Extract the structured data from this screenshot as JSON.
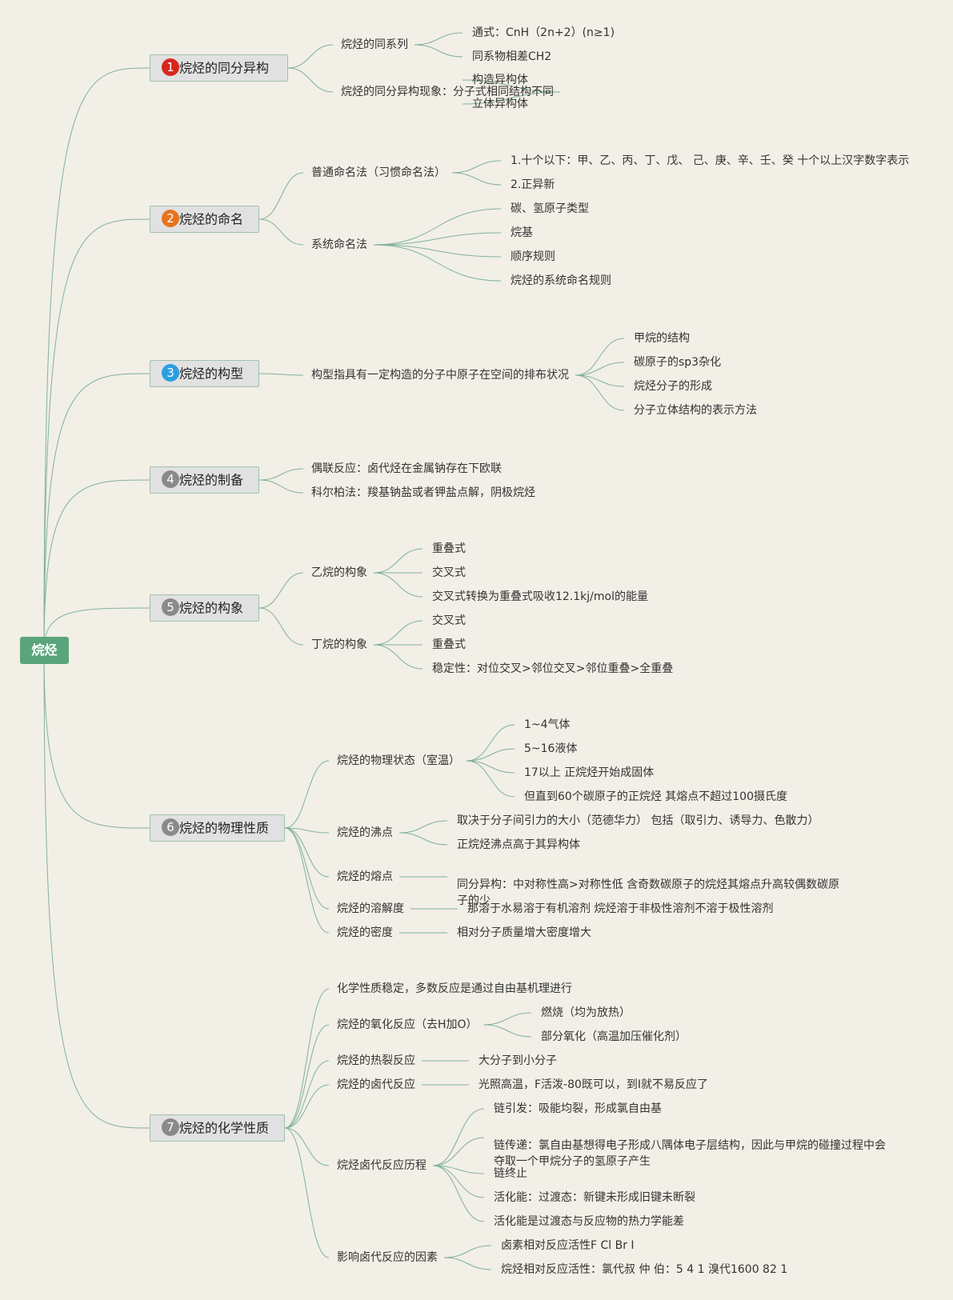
{
  "root": {
    "label": "烷烃"
  },
  "topics": [
    {
      "number": "1",
      "badge_color": "#d8281c",
      "label": "烷烃的同分异构",
      "children": [
        {
          "label": "烷烃的同系列",
          "children": [
            "通式：CnH（2n+2）(n≥1)",
            "同系物相差CH2"
          ]
        },
        {
          "label": "烷烃的同分异构现象：分子式相同结构不同",
          "children": [
            "构造异构体",
            "立体异构体"
          ]
        }
      ]
    },
    {
      "number": "2",
      "badge_color": "#e6741c",
      "label": "烷烃的命名",
      "children": [
        {
          "label": "普通命名法（习惯命名法）",
          "children": [
            "1.十个以下：甲、乙、丙、丁、戊、 己、庚、辛、壬、癸 十个以上汉字数字表示",
            "2.正异新"
          ]
        },
        {
          "label": "系统命名法",
          "children": [
            "碳、氢原子类型",
            "烷基",
            "顺序规则",
            "烷烃的系统命名规则"
          ]
        }
      ]
    },
    {
      "number": "3",
      "badge_color": "#2a9ee0",
      "label": "烷烃的构型",
      "children": [
        {
          "label": "构型指具有一定构造的分子中原子在空间的排布状况",
          "children": [
            "甲烷的结构",
            "碳原子的sp3杂化",
            "烷烃分子的形成",
            "分子立体结构的表示方法"
          ]
        }
      ]
    },
    {
      "number": "4",
      "badge_color": "#8a8a8a",
      "label": "烷烃的制备",
      "children": [
        {
          "label": "偶联反应：卤代烃在金属钠存在下欧联",
          "children": []
        },
        {
          "label": "科尔柏法：羧基钠盐或者钾盐点解，阴极烷烃",
          "children": []
        }
      ]
    },
    {
      "number": "5",
      "badge_color": "#8a8a8a",
      "label": "烷烃的构象",
      "children": [
        {
          "label": "乙烷的构象",
          "children": [
            "重叠式",
            "交叉式",
            "交叉式转换为重叠式吸收12.1kj/mol的能量"
          ]
        },
        {
          "label": "丁烷的构象",
          "children": [
            "交叉式",
            "重叠式",
            "稳定性：对位交叉>邻位交叉>邻位重叠>全重叠"
          ]
        }
      ]
    },
    {
      "number": "6",
      "badge_color": "#8a8a8a",
      "label": "烷烃的物理性质",
      "children": [
        {
          "label": "烷烃的物理状态（室温）",
          "children": [
            "1~4气体",
            "5~16液体",
            "17以上 正烷烃开始成固体",
            "但直到60个碳原子的正烷烃 其熔点不超过100摄氏度"
          ]
        },
        {
          "label": "烷烃的沸点",
          "children": [
            "取决于分子间引力的大小（范德华力） 包括（取引力、诱导力、色散力）",
            "正烷烃沸点高于其异构体"
          ]
        },
        {
          "label": "烷烃的熔点",
          "children": [
            "同分异构：中对称性高>对称性低 含奇数碳原子的烷烃其熔点升高较偶数碳原子的少"
          ]
        },
        {
          "label": "烷烃的溶解度",
          "children": [
            "那溶于水易溶于有机溶剂 烷烃溶于非极性溶剂不溶于极性溶剂"
          ]
        },
        {
          "label": "烷烃的密度",
          "children": [
            "相对分子质量增大密度增大"
          ]
        }
      ]
    },
    {
      "number": "7",
      "badge_color": "#8a8a8a",
      "label": "烷烃的化学性质",
      "children": [
        {
          "label": "化学性质稳定，多数反应是通过自由基机理进行",
          "children": []
        },
        {
          "label": "烷烃的氧化反应（去H加O）",
          "children": [
            "燃烧（均为放热）",
            "部分氧化（高温加压催化剂）"
          ]
        },
        {
          "label": "烷烃的热裂反应",
          "children": [
            "大分子到小分子"
          ]
        },
        {
          "label": "烷烃的卤代反应",
          "children": [
            "光照高温，F活泼-80既可以，到I就不易反应了"
          ]
        },
        {
          "label": "烷烃卤代反应历程",
          "children": [
            "链引发：吸能均裂，形成氯自由基",
            "链传递：氯自由基想得电子形成八隅体电子层结构，因此与甲烷的碰撞过程中会夺取一个甲烷分子的氢原子产生",
            "链终止",
            "活化能：过渡态：新键未形成旧键未断裂",
            "活化能是过渡态与反应物的热力学能差"
          ]
        },
        {
          "label": "影响卤代反应的因素",
          "children": [
            "卤素相对反应活性F Cl Br I",
            "烷烃相对反应活性：氯代叔 仲 伯：5 4 1 溴代1600 82 1"
          ]
        }
      ]
    }
  ]
}
